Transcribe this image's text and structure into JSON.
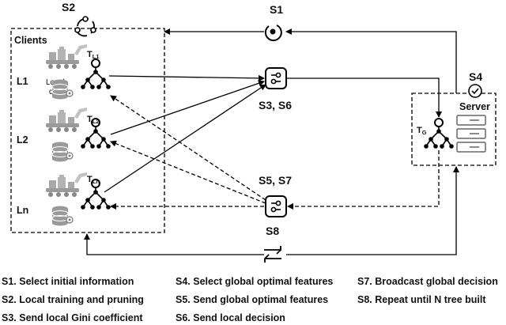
{
  "steps": {
    "s1": "S1",
    "s2": "S2",
    "s4": "S4",
    "s36": "S3, S6",
    "s57": "S5, S7",
    "s8": "S8"
  },
  "clients": {
    "title": "Clients",
    "rows": [
      {
        "label": "L1",
        "tree_base": "T",
        "tree_sub": "L1"
      },
      {
        "label": "L2",
        "tree_base": "T",
        "tree_sub": "L2"
      },
      {
        "label": "Ln",
        "tree_base": "T",
        "tree_sub": "Ln"
      }
    ],
    "local_data_line1": "Local",
    "local_data_line2": "data"
  },
  "server": {
    "title": "Server",
    "tree_base": "T",
    "tree_sub": "G"
  },
  "legend": {
    "col1": [
      "S1. Select initial information",
      "S2. Local training and pruning",
      "S3. Send local Gini coefficient"
    ],
    "col2": [
      "S4. Select global optimal features",
      "S5. Send global optimal features",
      "S6. Send local decision"
    ],
    "col3": [
      "S7. Broadcast global decision",
      "S8. Repeat until N tree built"
    ]
  }
}
